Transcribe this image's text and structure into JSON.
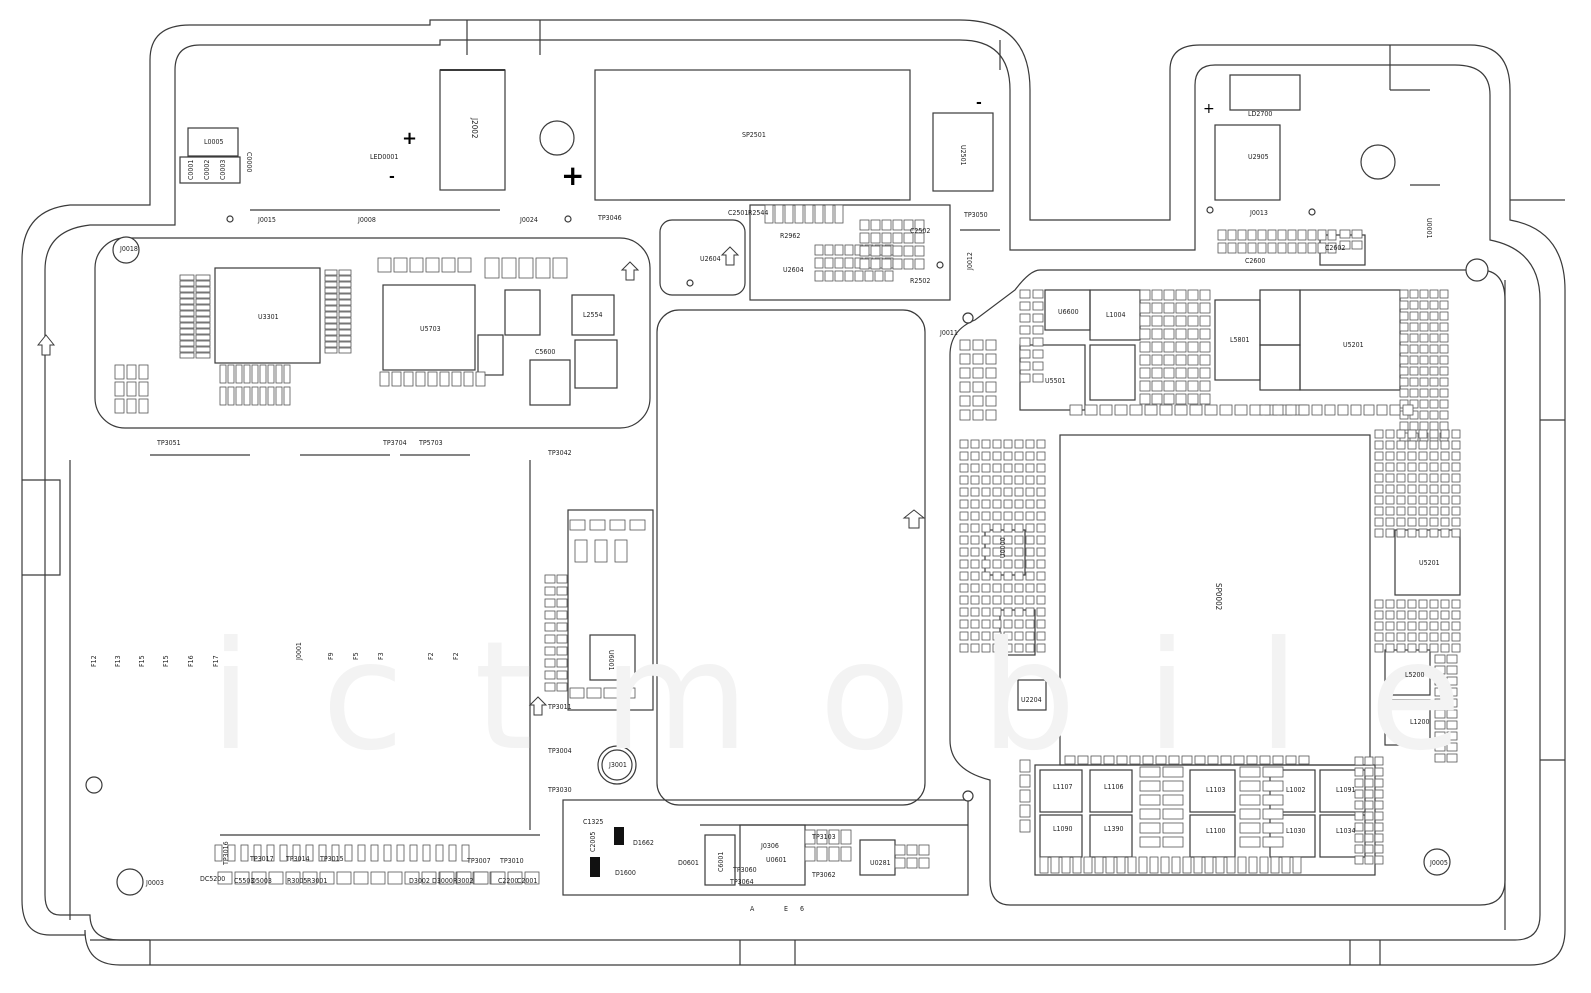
{
  "watermark": "ictmobile",
  "symbols": {
    "plus_a": "+",
    "minus_a": "-",
    "plus_b": "+",
    "minus_b": "-",
    "plus_c": "+"
  },
  "labels": {
    "l0005": "L0005",
    "c0000": "C0000",
    "c0001": "C0001",
    "c0002": "C0002",
    "c0003": "C0003",
    "led0001": "LED0001",
    "j2002": "J2002",
    "sp2501": "SP2501",
    "u2501": "U2501",
    "j0015": "J0015",
    "j0008": "J0008",
    "j0024": "J0024",
    "tp3046": "TP3046",
    "tp3050": "TP3050",
    "j0018": "J0018",
    "u3301": "U3301",
    "u5703": "U5703",
    "l2554": "L2554",
    "c5600": "C5600",
    "c2501": "C2501",
    "r2544": "R2544",
    "u2604": "U2604",
    "r2962": "R2962",
    "r2502": "R2502",
    "u2604b": "U2604",
    "c2502": "C2502",
    "j0011": "J0011",
    "j0012": "J0012",
    "ld2700": "LD2700",
    "u2905": "U2905",
    "j0013": "J0013",
    "u0001": "U0001",
    "c2600": "C2600",
    "c2602": "C2602",
    "u6600": "U6600",
    "l1004": "L1004",
    "u5501": "U5501",
    "l5801": "L5801",
    "u5201": "U5201",
    "tp3051": "TP3051",
    "tp3704": "TP3704",
    "tp5703": "TP5703",
    "tp3042": "TP3042",
    "j0001": "J0001",
    "sp0002": "SP0002",
    "u5201b": "U5201",
    "u0000": "U0000",
    "f12": "F12",
    "f13": "F13",
    "f15": "F15",
    "f15b": "F15",
    "f16": "F16",
    "f17": "F17",
    "f9a": "F9",
    "f5": "F5",
    "f3": "F3",
    "f2a": "F2",
    "f2b": "F2",
    "u6001": "U6001",
    "tp3011": "TP3011",
    "tp3004": "TP3004",
    "j3001": "J3001",
    "tp3030": "TP3030",
    "l5200": "L5200",
    "l1200": "L1200",
    "l1107": "L1107",
    "l1106": "L1106",
    "l1103": "L1103",
    "l1002": "L1002",
    "l1091": "L1091",
    "l1090": "L1090",
    "l1390": "L1390",
    "l1100": "L1100",
    "l1030": "L1030",
    "l1034": "L1034",
    "u2204": "U2204",
    "u0601": "U0601",
    "j0306": "J0306",
    "d1662": "D1662",
    "d1600": "D1600",
    "d0601": "D0601",
    "c1325": "C1325",
    "c2005": "C2005",
    "u0281": "U0281",
    "j0003": "J0003",
    "j0005": "J0005",
    "tp3017": "TP3017",
    "tp3014": "TP3014",
    "tp3015": "TP3015",
    "tp3007": "TP3007",
    "tp3010": "TP3010",
    "tp3016": "TP3016",
    "c2001": "C2001",
    "c2200": "C2200",
    "d3000": "D3000",
    "r3002": "R3002",
    "d3002": "D3002",
    "r3001": "R3001",
    "dc5200": "DC5200",
    "c5503": "C5503",
    "d5003": "D5003",
    "r3005": "R3005",
    "edge_a": "A",
    "edge_e": "E",
    "edge_6": "6",
    "tp3060": "TP3060",
    "tp3064": "TP3064",
    "tp3103": "TP3103",
    "u0601_side": "C6001",
    "j0306b": "TP3062"
  },
  "colors": {
    "line": "#3a3a3a",
    "fill": "#ffffff",
    "pad": "#555555",
    "dark": "#111111"
  }
}
